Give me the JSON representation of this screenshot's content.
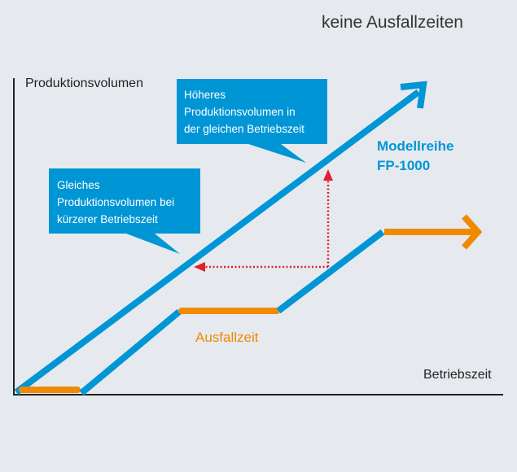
{
  "title": "keine Ausfallzeiten",
  "y_axis_label": "Produktionsvolumen",
  "x_axis_label": "Betriebszeit",
  "callout_higher": [
    "Höheres",
    "Produktionsvolumen in",
    "der gleichen Betriebszeit"
  ],
  "callout_same": [
    "Gleiches",
    "Produktionsvolumen bei",
    "kürzerer Betriebszeit"
  ],
  "series_label": [
    "Modellreihe",
    "FP-1000"
  ],
  "downtime_label": "Ausfallzeit",
  "colors": {
    "blue": "#0096d6",
    "orange": "#f08a00",
    "red": "#e0202a",
    "background": "#e6eaef"
  }
}
